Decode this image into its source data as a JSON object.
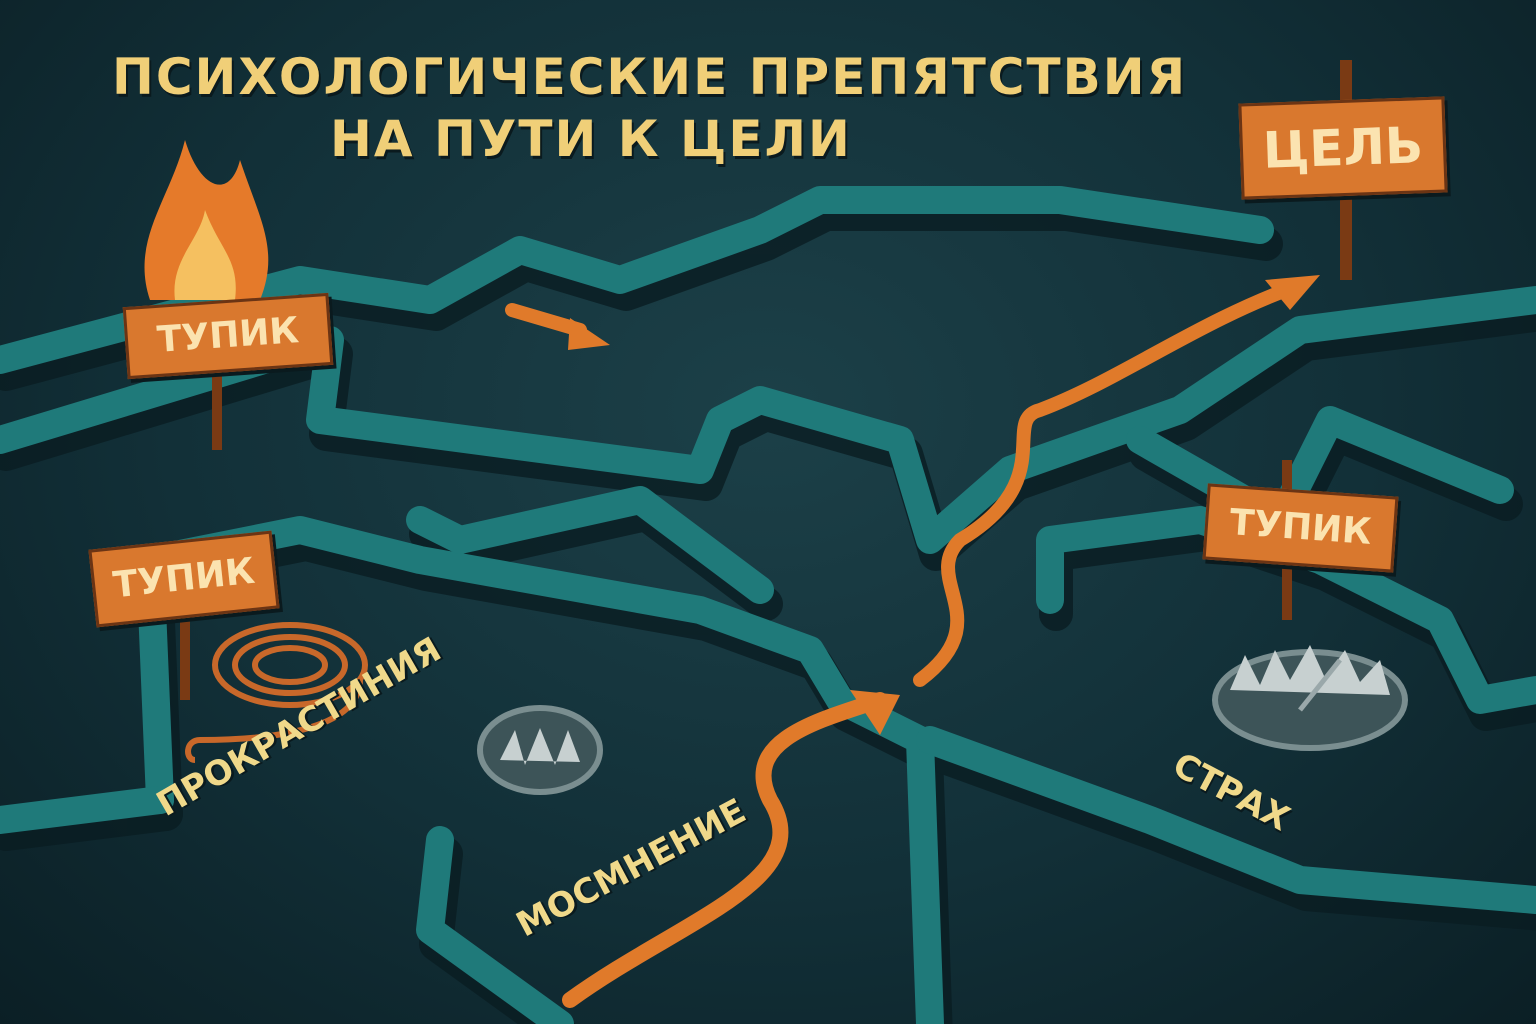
{
  "title": {
    "line1": "ПСИХОЛОГИЧЕСКИЕ ПРЕПЯТСТВИЯ",
    "line2": "НА ПУТИ К ЦЕЛИ"
  },
  "goal_sign": "ЦЕЛЬ",
  "dead_end_signs": [
    "ТУПИК",
    "ТУПИК",
    "ТУПИК"
  ],
  "obstacles": [
    "ПРОКРАСТИНИЯ",
    "МОСМНЕНИЕ",
    "СТРАХ"
  ],
  "colors": {
    "maze_wall": "#1f7a7a",
    "maze_floor": "#133a42",
    "path": "#e07a2a",
    "text": "#f0cf78"
  }
}
